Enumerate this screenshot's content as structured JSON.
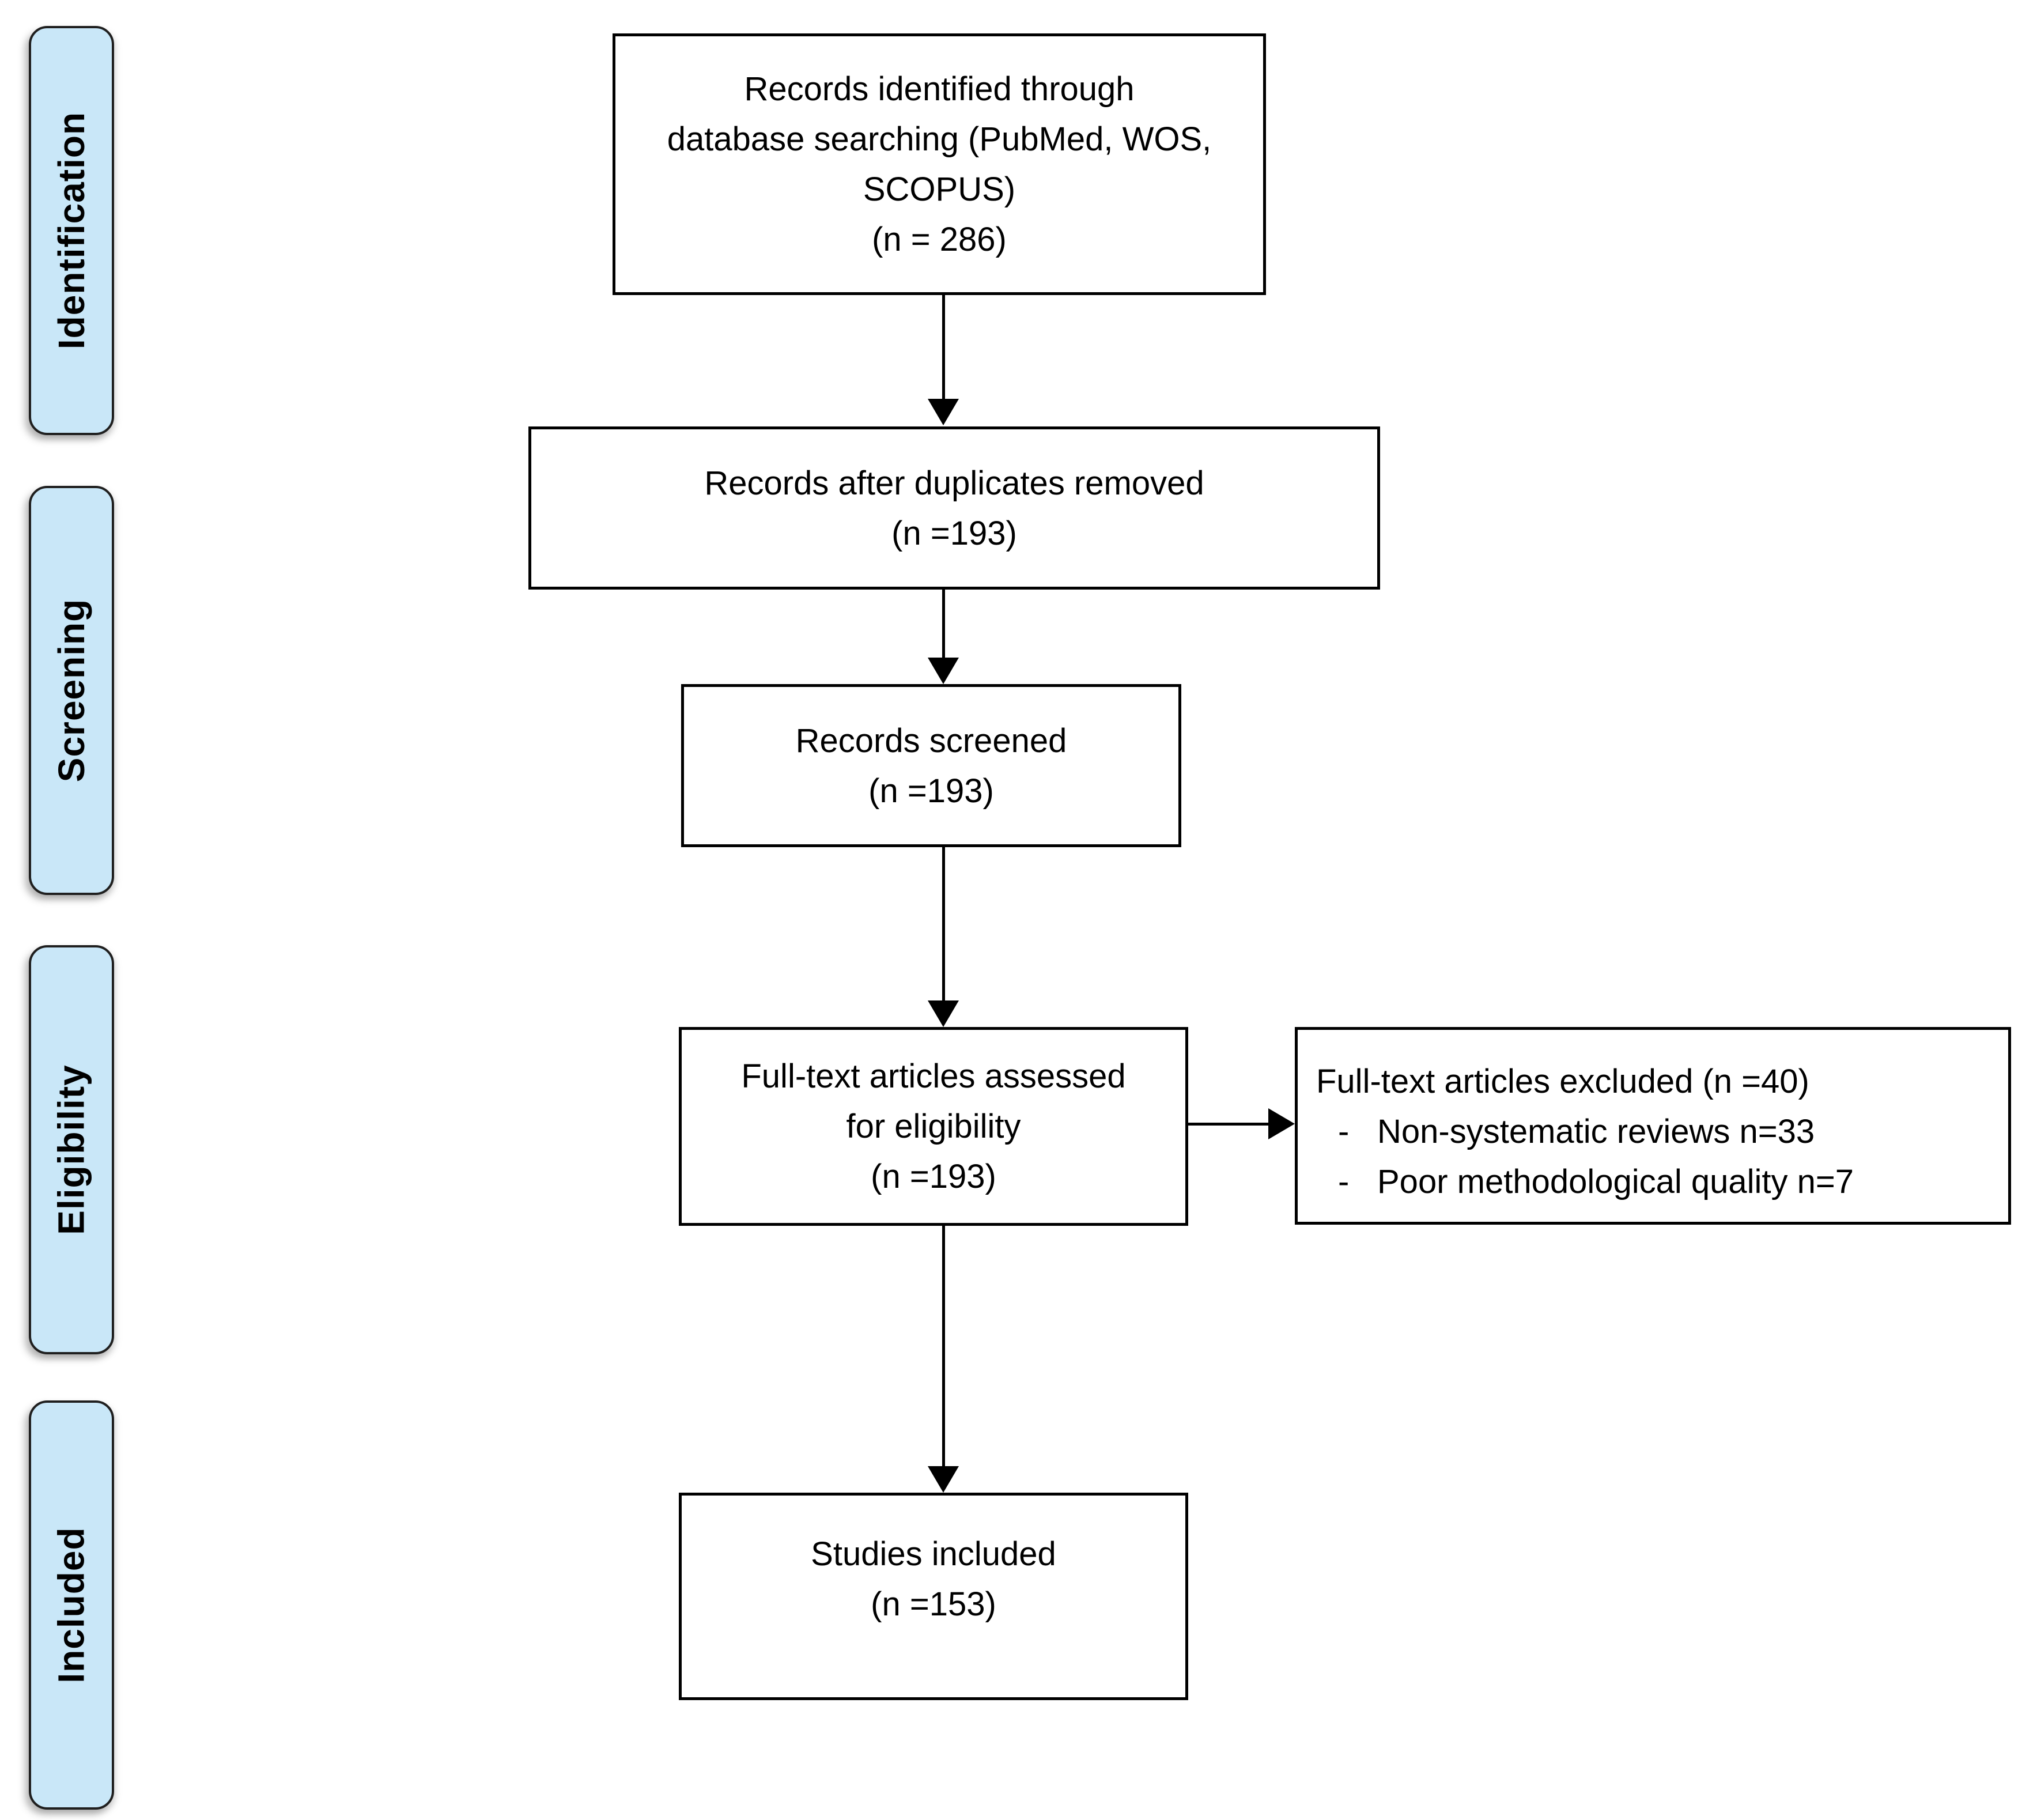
{
  "diagram_type": "PRISMA flow diagram",
  "colors": {
    "stage_fill": "#C9E7F8",
    "stage_border": "#1F1F1F",
    "box_border": "#000000",
    "arrow": "#000000",
    "text": "#000000",
    "background": "#FFFFFF"
  },
  "sidebar": {
    "items": [
      {
        "label": "Identification"
      },
      {
        "label": "Screening"
      },
      {
        "label": "Eligibility"
      },
      {
        "label": "Included"
      }
    ]
  },
  "flow": {
    "identified": {
      "lines": [
        "Records identified through",
        "database searching (PubMed, WOS,",
        "SCOPUS)",
        "(n = 286)"
      ]
    },
    "deduplicated": {
      "lines": [
        "Records after duplicates removed",
        "(n =193)"
      ]
    },
    "screened": {
      "lines": [
        "Records screened",
        "(n =193)"
      ]
    },
    "fulltext": {
      "lines": [
        "Full-text articles assessed",
        "for eligibility",
        "(n =193)"
      ]
    },
    "excluded": {
      "title": "Full-text articles excluded (n =40)",
      "bullets": [
        {
          "marker": "-",
          "text": "Non-systematic reviews n=33"
        },
        {
          "marker": "-",
          "text": "Poor methodological quality n=7"
        }
      ]
    },
    "included": {
      "lines": [
        "Studies included",
        "(n =153)"
      ]
    }
  }
}
